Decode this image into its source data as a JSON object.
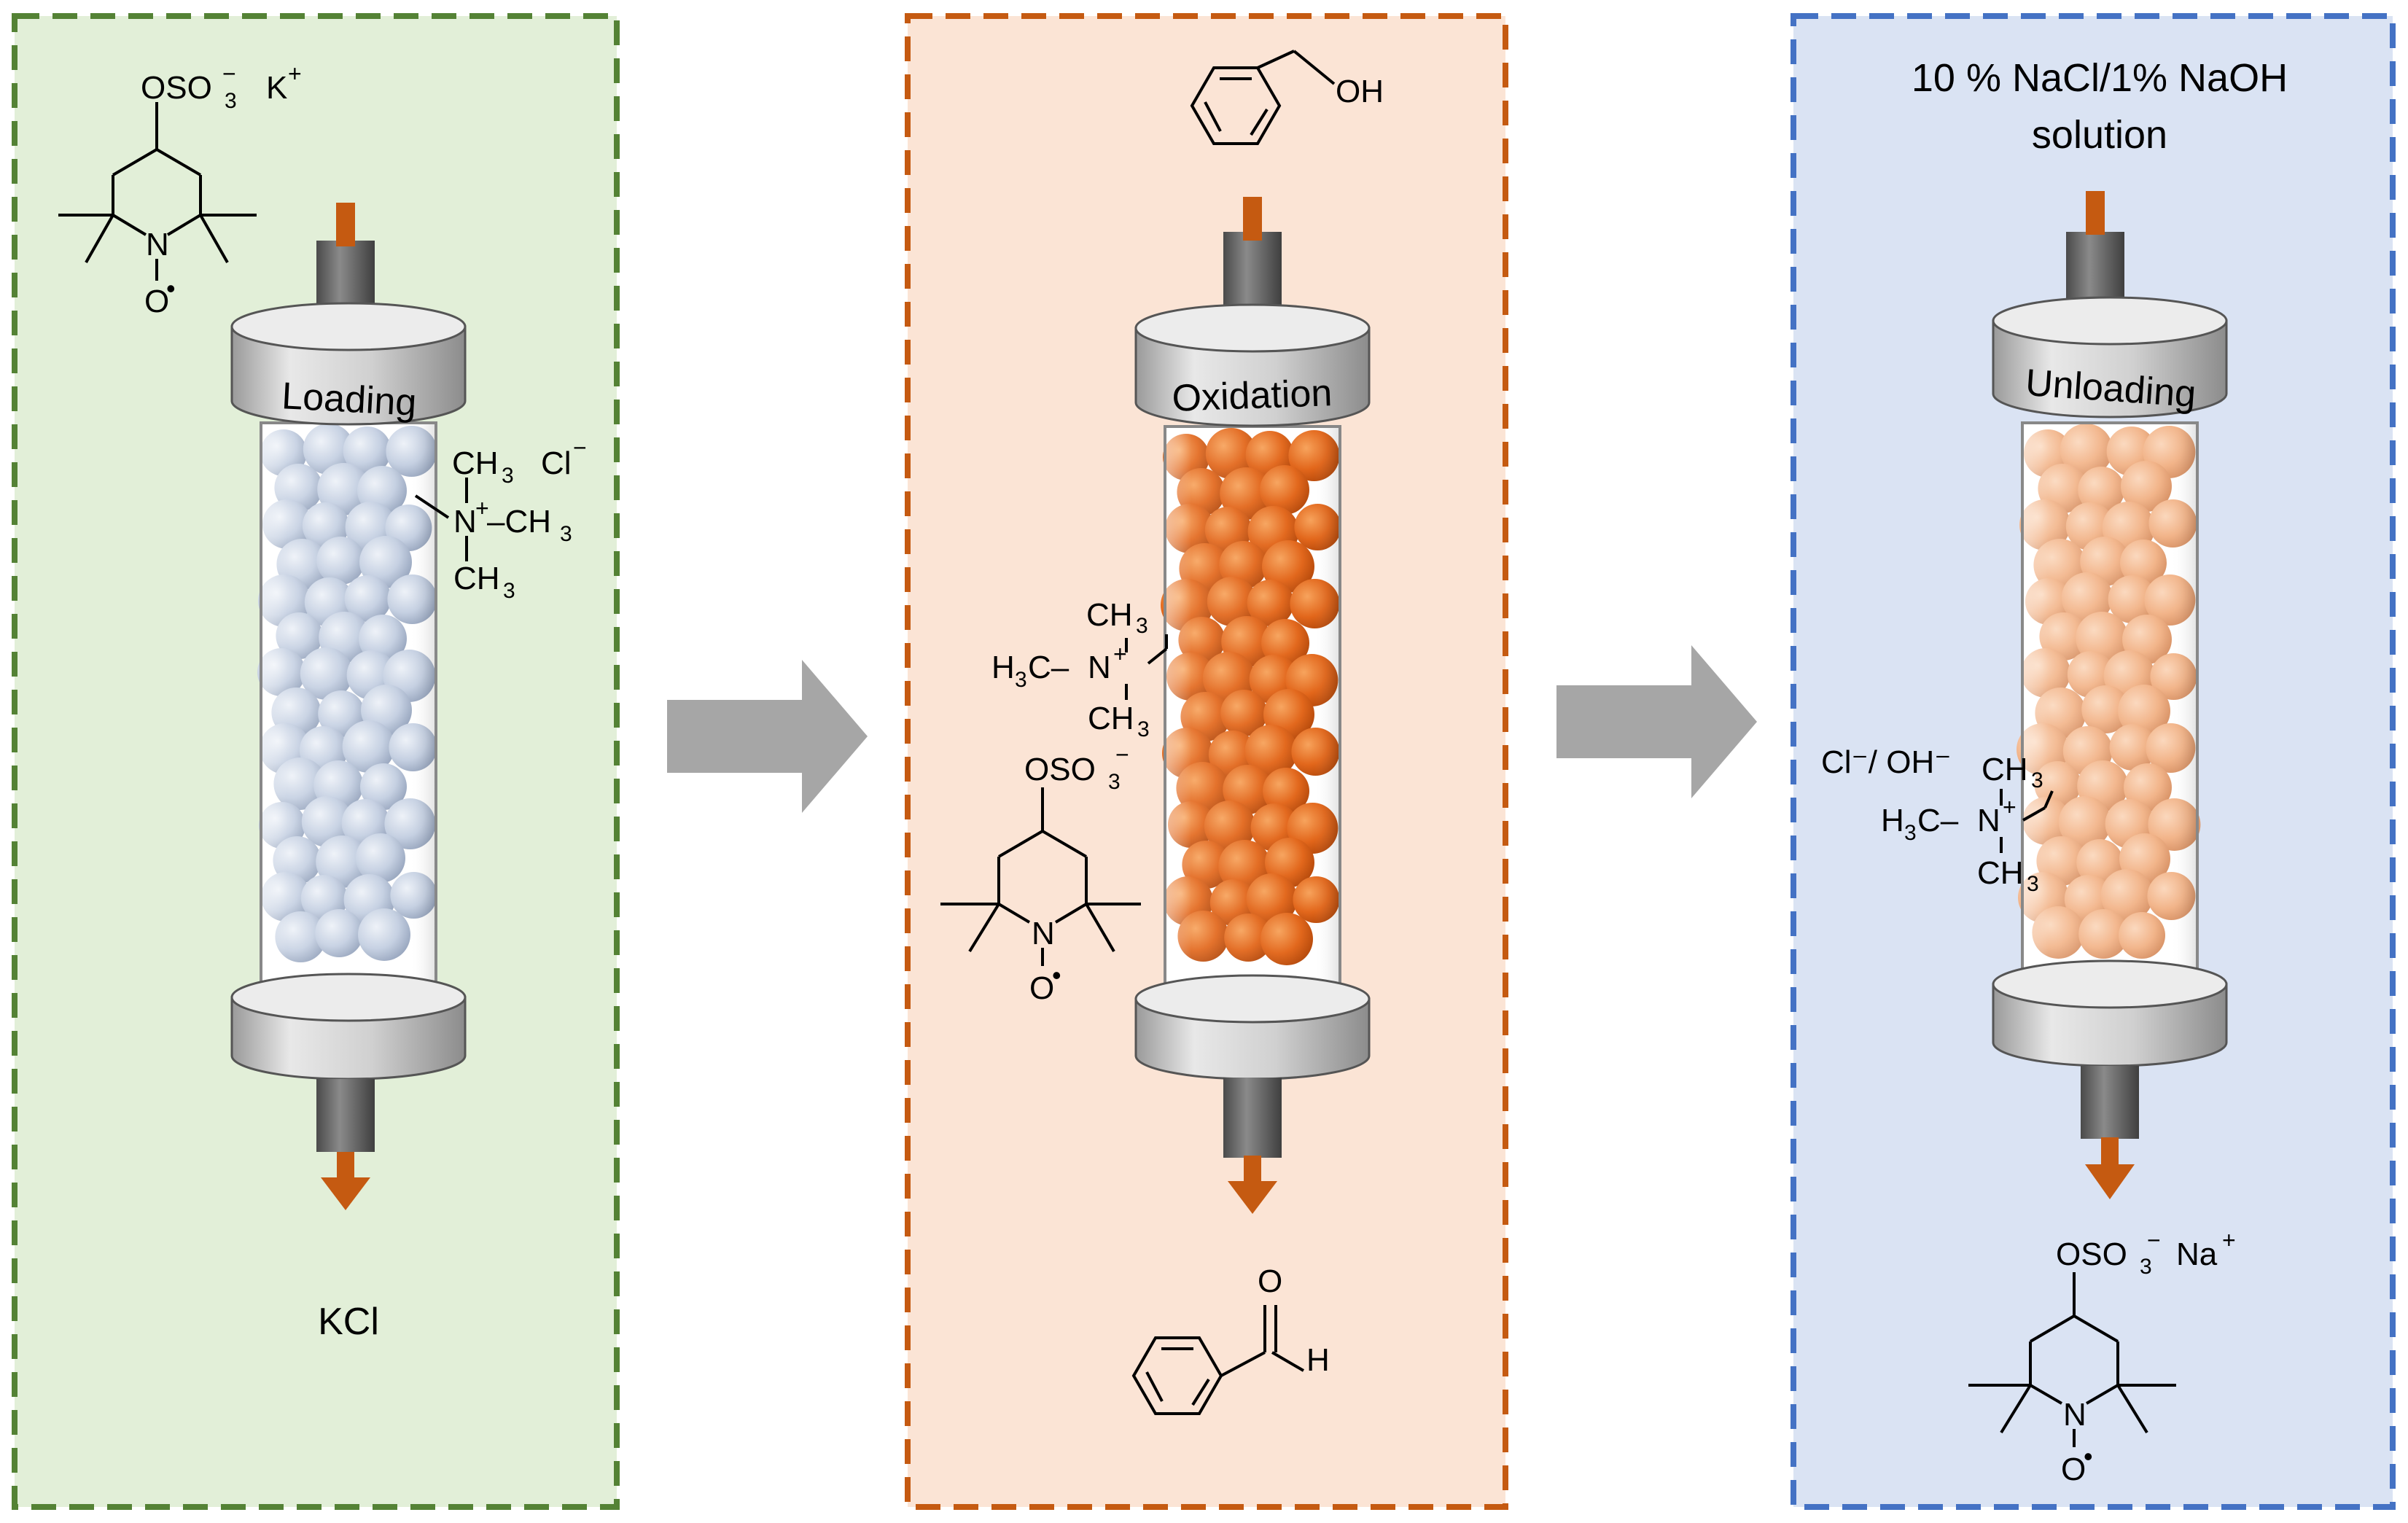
{
  "colors": {
    "green_panel": "#e2efd8",
    "green_border": "#548235",
    "orange_panel": "#fbe4d5",
    "orange_border": "#c55a11",
    "blue_panel": "#dae3f3",
    "blue_border": "#4472c4",
    "arrow_gray": "#a6a6a6",
    "flow_orange": "#c55a11",
    "bead_gray": "#c3cfe2",
    "bead_orange": "#e46c1f",
    "bead_peach": "#f4b88e"
  },
  "panels": [
    {
      "stage_label": "Loading",
      "input_molecule": {
        "name": "TEMPO-sulfate potassium salt",
        "anion": "OSO",
        "anion_sub": "3",
        "charge": "−",
        "counter_ion": "K",
        "counter_charge": "+",
        "n_label": "N",
        "o_label": "O",
        "radical": "•"
      },
      "resin_group": {
        "top": "CH",
        "top_sub": "3",
        "center": "N",
        "charge": "+",
        "right": "–CH",
        "right_sub": "3",
        "bottom": "CH",
        "bottom_sub": "3",
        "counter_ion": "Cl",
        "counter_charge": "−"
      },
      "output_text": "KCl"
    },
    {
      "stage_label": "Oxidation",
      "input_molecule": {
        "name": "benzyl alcohol",
        "oh": "OH"
      },
      "resin_group": {
        "top": "CH",
        "top_sub": "3",
        "left": "H",
        "left_sub": "3",
        "left_tail": "C–",
        "center": "N",
        "charge": "+",
        "bottom": "CH",
        "bottom_sub": "3"
      },
      "bound_molecule": {
        "anion": "OSO",
        "anion_sub": "3",
        "charge": "−",
        "n_label": "N",
        "o_label": "O",
        "radical": "•"
      },
      "output_molecule": {
        "name": "benzaldehyde",
        "o_label": "O",
        "h_label": "H"
      }
    },
    {
      "stage_label": "Unloading",
      "input_text_line1": "10 % NaCl/1% NaOH",
      "input_text_line2": "solution",
      "counter_ions_text": "Cl⁻/ OH⁻",
      "resin_group": {
        "top": "CH",
        "top_sub": "3",
        "left": "H",
        "left_sub": "3",
        "left_tail": "C–",
        "center": "N",
        "charge": "+",
        "bottom": "CH",
        "bottom_sub": "3"
      },
      "output_molecule": {
        "name": "TEMPO-sulfate sodium salt",
        "anion": "OSO",
        "anion_sub": "3",
        "charge": "−",
        "counter_ion": "Na",
        "counter_charge": "+",
        "n_label": "N",
        "o_label": "O",
        "radical": "•"
      }
    }
  ],
  "process_arrows": [
    "arrow-right-icon",
    "arrow-right-icon"
  ]
}
